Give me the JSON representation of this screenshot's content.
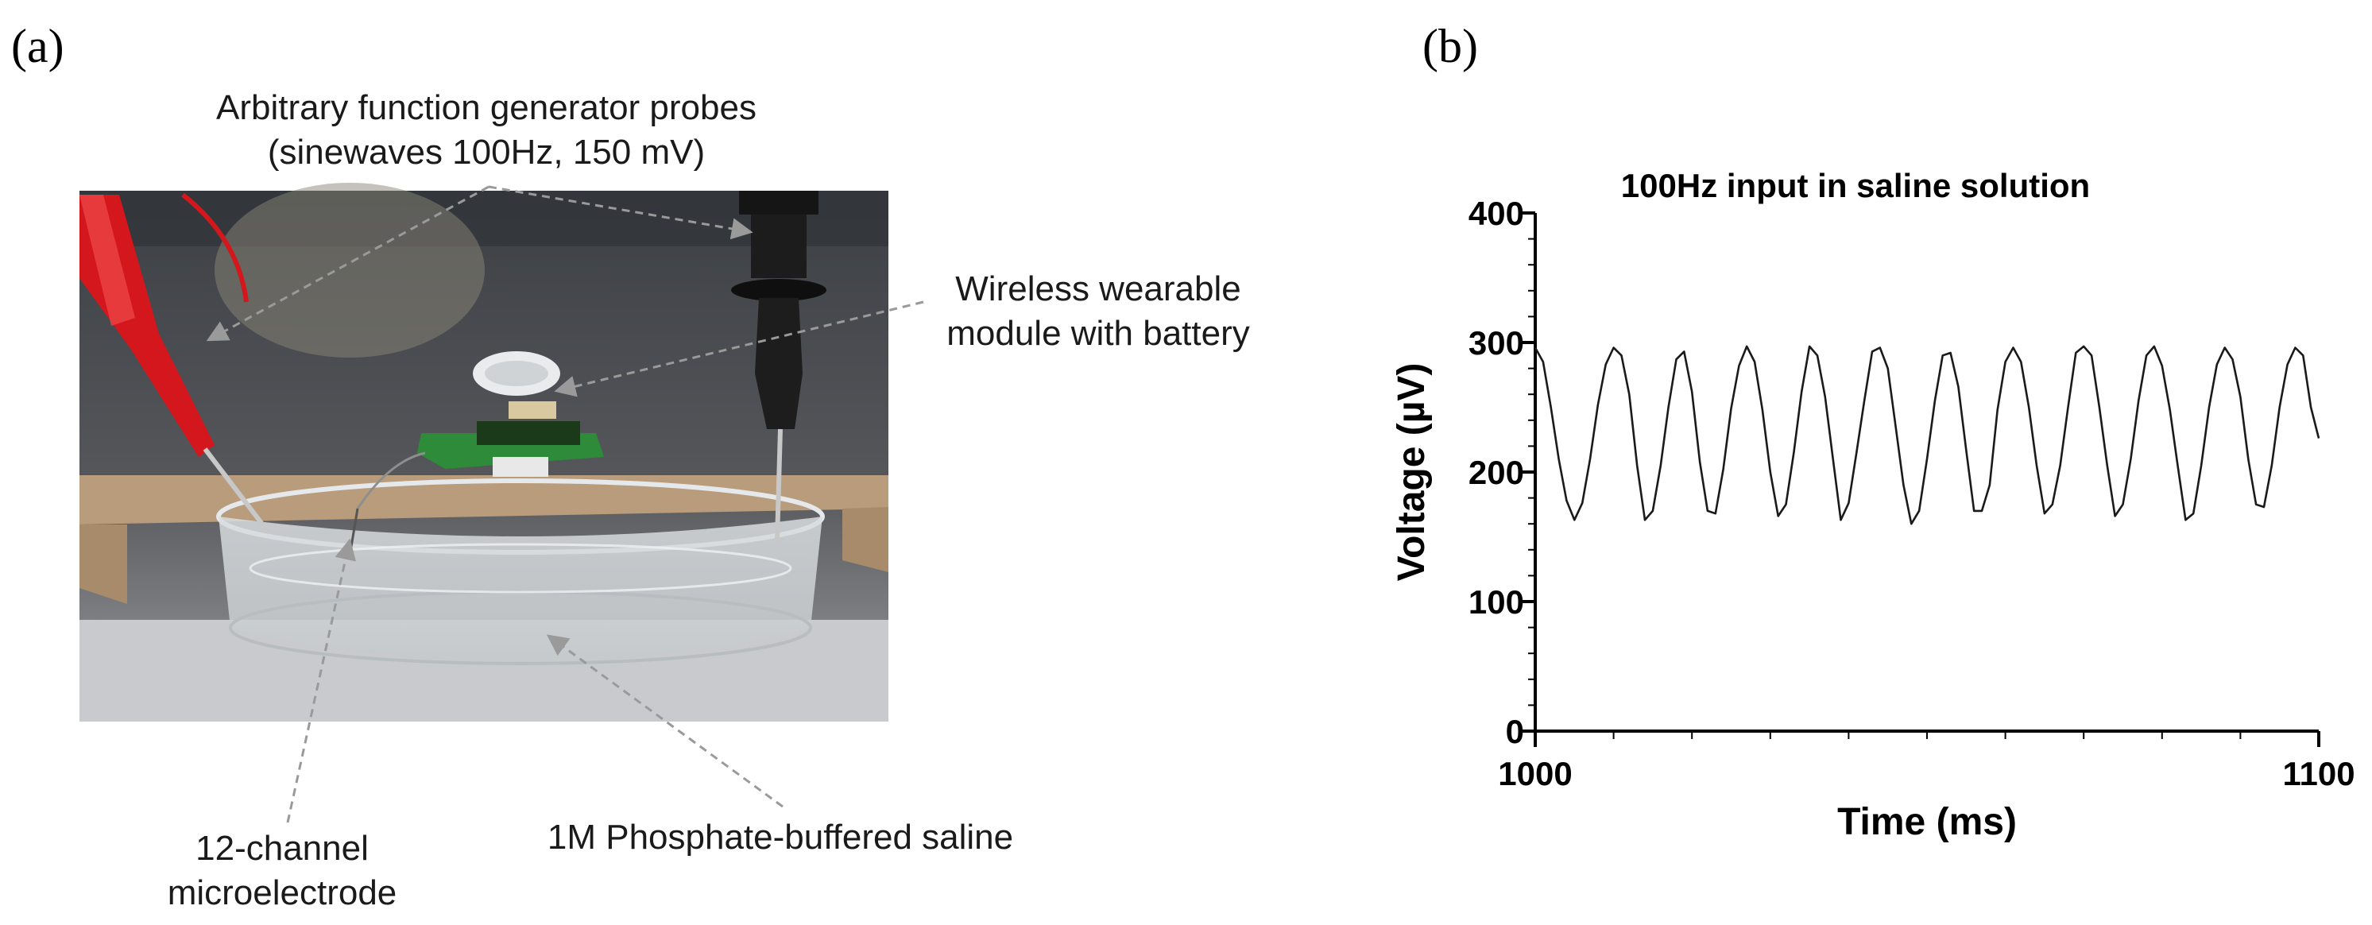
{
  "panels": {
    "a_label": "(a)",
    "b_label": "(b)"
  },
  "photo": {
    "annotations": {
      "probes_line1": "Arbitrary function generator probes",
      "probes_line2": "(sinewaves 100Hz, 150 mV)",
      "module_line1": "Wireless wearable",
      "module_line2": "module with battery",
      "electrode_line1": "12-channel",
      "electrode_line2": "microelectrode",
      "saline": "1M Phosphate-buffered saline"
    }
  },
  "chart_data": {
    "type": "line",
    "title": "100Hz input in saline solution",
    "xlabel": "Time (ms)",
    "ylabel": "Voltage (µV)",
    "xlim": [
      1000,
      1100
    ],
    "ylim": [
      0,
      400
    ],
    "x_ticks": [
      "1000",
      "1100"
    ],
    "y_ticks": [
      "0",
      "100",
      "200",
      "300",
      "400"
    ],
    "line_color": "#1a1a1a",
    "series": [
      {
        "x": [
          1000,
          1001,
          1002,
          1003,
          1004,
          1005,
          1006,
          1007,
          1008,
          1009,
          1010,
          1011,
          1012,
          1013,
          1014,
          1015,
          1016,
          1017,
          1018,
          1019,
          1020,
          1021,
          1022,
          1023,
          1024,
          1025,
          1026,
          1027,
          1028,
          1029,
          1030,
          1031,
          1032,
          1033,
          1034,
          1035,
          1036,
          1037,
          1038,
          1039,
          1040,
          1041,
          1042,
          1043,
          1044,
          1045,
          1046,
          1047,
          1048,
          1049,
          1050,
          1051,
          1052,
          1053,
          1054,
          1055,
          1056,
          1057,
          1058,
          1059,
          1060,
          1061,
          1062,
          1063,
          1064,
          1065,
          1066,
          1067,
          1068,
          1069,
          1070,
          1071,
          1072,
          1073,
          1074,
          1075,
          1076,
          1077,
          1078,
          1079,
          1080,
          1081,
          1082,
          1083,
          1084,
          1085,
          1086,
          1087,
          1088,
          1089,
          1090,
          1091,
          1092,
          1093,
          1094,
          1095,
          1096,
          1097,
          1098,
          1099,
          1100
        ],
        "values": [
          296,
          285,
          250,
          210,
          178,
          163,
          176,
          210,
          252,
          283,
          296,
          290,
          260,
          205,
          163,
          170,
          205,
          250,
          287,
          293,
          262,
          208,
          170,
          168,
          202,
          249,
          282,
          297,
          285,
          248,
          200,
          166,
          175,
          215,
          262,
          297,
          290,
          258,
          210,
          163,
          176,
          215,
          255,
          293,
          296,
          280,
          235,
          190,
          160,
          170,
          210,
          255,
          290,
          292,
          266,
          217,
          170,
          170,
          190,
          248,
          285,
          296,
          285,
          250,
          205,
          168,
          175,
          205,
          250,
          292,
          297,
          290,
          250,
          205,
          166,
          175,
          210,
          255,
          290,
          297,
          282,
          248,
          205,
          163,
          168,
          205,
          250,
          283,
          296,
          287,
          258,
          210,
          175,
          173,
          205,
          250,
          283,
          296,
          290,
          250,
          226
        ]
      }
    ]
  }
}
